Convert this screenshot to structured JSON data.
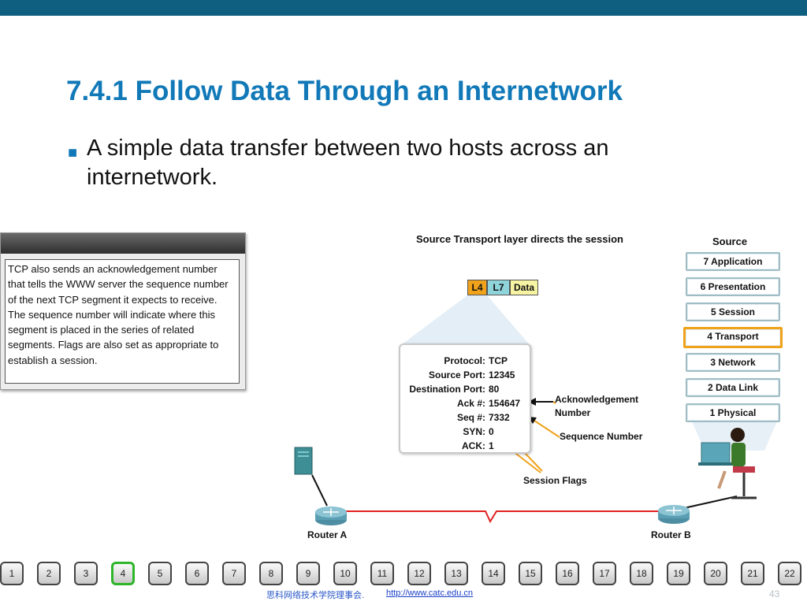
{
  "slide": {
    "title": "7.4.1 Follow Data Through an Internetwork",
    "bullet": "A simple data transfer between two hosts across an internetwork.",
    "page_number": "43",
    "footer_text": "思科网络技术学院理事会.",
    "footer_link": "http://www.catc.edu.cn"
  },
  "info_panel": {
    "text": "TCP also sends an acknowledgement number that tells the WWW server the sequence number of the next TCP segment it expects to receive. The sequence number will indicate where this segment is placed in the series of related segments. Flags are also set as appropriate to establish a session."
  },
  "diagram": {
    "title": "Source Transport layer directs the session",
    "source_label": "Source",
    "layers": [
      {
        "label": "7 Application",
        "highlighted": false
      },
      {
        "label": "6 Presentation",
        "highlighted": false
      },
      {
        "label": "5 Session",
        "highlighted": false
      },
      {
        "label": "4 Transport",
        "highlighted": true
      },
      {
        "label": "3 Network",
        "highlighted": false
      },
      {
        "label": "2 Data Link",
        "highlighted": false
      },
      {
        "label": "1 Physical",
        "highlighted": false
      }
    ],
    "headers": {
      "l4": "L4",
      "l7": "L7",
      "data": "Data"
    },
    "pdu_fields": [
      {
        "key": "Protocol:",
        "value": "TCP"
      },
      {
        "key": "Source Port:",
        "value": "12345"
      },
      {
        "key": "Destination Port:",
        "value": "80"
      },
      {
        "key": "Ack #:",
        "value": "154647"
      },
      {
        "key": "Seq #:",
        "value": "7332"
      },
      {
        "key": "SYN:",
        "value": "0"
      },
      {
        "key": "ACK:",
        "value": "1"
      }
    ],
    "annotations": {
      "ack_line1": "Acknowledgement",
      "ack_line2": "Number",
      "seq": "Sequence Number",
      "flags": "Session Flags"
    },
    "router_a": "Router A",
    "router_b": "Router B",
    "colors": {
      "highlight": "#f0a21a",
      "link": "#e0201f",
      "accent": "#1179b8"
    }
  },
  "navigation": {
    "pages": [
      "1",
      "2",
      "3",
      "4",
      "5",
      "6",
      "7",
      "8",
      "9",
      "10",
      "11",
      "12",
      "13",
      "14",
      "15",
      "16",
      "17",
      "18",
      "19",
      "20",
      "21",
      "22"
    ],
    "active": "4"
  }
}
